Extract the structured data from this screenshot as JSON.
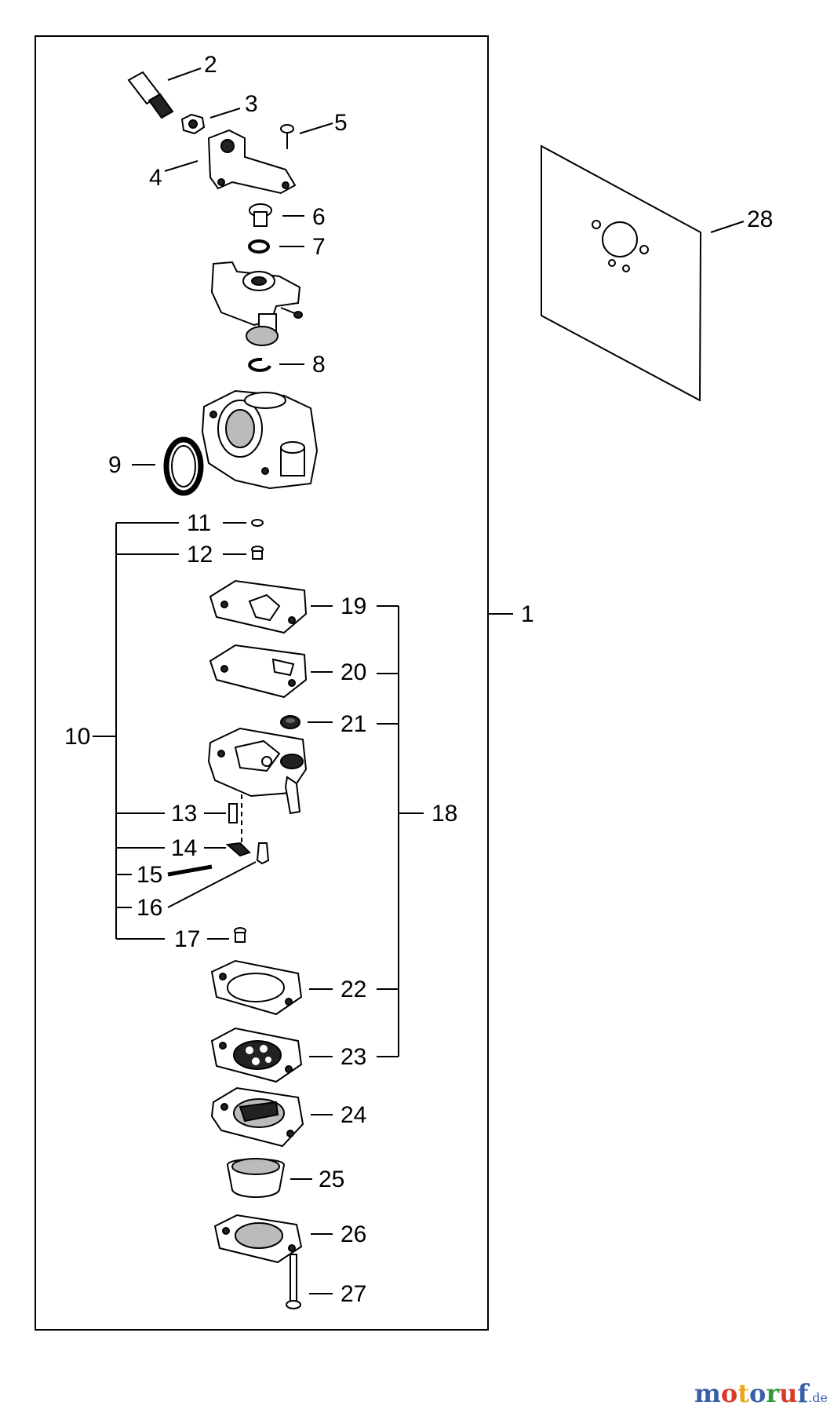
{
  "diagram": {
    "labels": {
      "p1": "1",
      "p2": "2",
      "p3": "3",
      "p4": "4",
      "p5": "5",
      "p6": "6",
      "p7": "7",
      "p8": "8",
      "p9": "9",
      "p10": "10",
      "p11": "11",
      "p12": "12",
      "p13": "13",
      "p14": "14",
      "p15": "15",
      "p16": "16",
      "p17": "17",
      "p18": "18",
      "p19": "19",
      "p20": "20",
      "p21": "21",
      "p22": "22",
      "p23": "23",
      "p24": "24",
      "p25": "25",
      "p26": "26",
      "p27": "27",
      "p28": "28"
    }
  },
  "brand": {
    "letters": [
      "m",
      "o",
      "t",
      "o",
      "r",
      "u",
      "f"
    ],
    "letter_colors": [
      "#3a5fa8",
      "#d93b2b",
      "#e8a81b",
      "#3a5fa8",
      "#2f9a3c",
      "#d93b2b",
      "#3a5fa8"
    ],
    "suffix": ".de"
  }
}
